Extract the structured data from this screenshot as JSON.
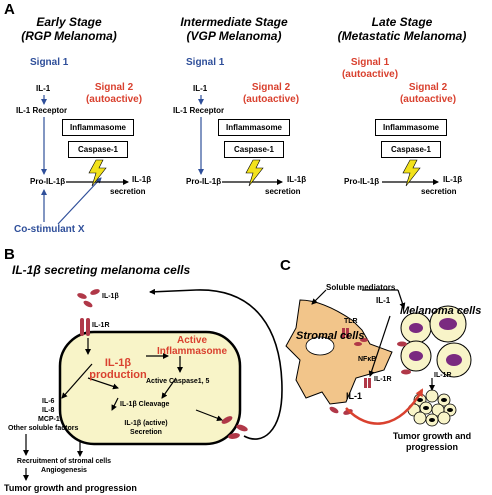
{
  "panelA": {
    "label": "A",
    "stages": [
      {
        "title1": "Early Stage",
        "title2": "(RGP Melanoma)",
        "signal1": "Signal 1",
        "il1": "IL-1",
        "il1_receptor": "IL-1 Receptor",
        "signal2": "Signal 2",
        "signal2_sub": "(autoactive)",
        "inflammasome": "Inflammasome",
        "caspase": "Caspase-1",
        "pro_il1b": "Pro-IL-1β",
        "il1b": "IL-1β",
        "secretion": "secretion",
        "costimulant": "Co-stimulant X"
      },
      {
        "title1": "Intermediate Stage",
        "title2": "(VGP Melanoma)",
        "signal1": "Signal 1",
        "il1": "IL-1",
        "il1_receptor": "IL-1 Receptor",
        "signal2": "Signal 2",
        "signal2_sub": "(autoactive)",
        "inflammasome": "Inflammasome",
        "caspase": "Caspase-1",
        "pro_il1b": "Pro-IL-1β",
        "il1b": "IL-1β",
        "secretion": "secretion"
      },
      {
        "title1": "Late Stage",
        "title2": "(Metastatic Melanoma)",
        "signal1": "Signal 1",
        "signal1_sub": "(autoactive)",
        "signal2": "Signal 2",
        "signal2_sub": "(autoactive)",
        "inflammasome": "Inflammasome",
        "caspase": "Caspase-1",
        "pro_il1b": "Pro-IL-1β",
        "il1b": "IL-1β",
        "secretion": "secretion"
      }
    ]
  },
  "panelB": {
    "label": "B",
    "title": "IL-1β secreting melanoma cells",
    "il1b_top": "IL-1β",
    "il1r": "IL-1R",
    "active": "Active",
    "inflammasome": "Inflammasome",
    "il1b_prod1": "IL-1β",
    "il1b_prod2": "production",
    "active_caspase": "Active Caspase1, 5",
    "il1b_cleavage": "IL-1β Cleavage",
    "active_secretion1": "IL-1β (active)",
    "active_secretion2": "Secretion",
    "factors": [
      "IL-6",
      "IL-8",
      "MCP-1",
      "Other soluble factors"
    ],
    "recruit1": "Recruitment of stromal cells",
    "recruit2": "Angiogenesis",
    "outcome": "Tumor growth and progression"
  },
  "panelC": {
    "label": "C",
    "soluble": "Soluble mediators",
    "il1_top": "IL-1",
    "melanoma": "Melanoma cells",
    "stromal": "Stromal cells",
    "tlr": "TLR",
    "nfkb": "NFκB",
    "il1r_left": "IL-1R",
    "il1r_right": "IL-1R",
    "il1_bottom": "IL-1",
    "outcome1": "Tumor growth and",
    "outcome2": "progression"
  },
  "colors": {
    "signal1_blue": "#2f4f9a",
    "signal2_red": "#d9412f",
    "lightning_yellow": "#f2e21b",
    "cell_fill": "#f8f4c8",
    "stromal_fill": "#f2c58a",
    "receptor_red": "#b03848",
    "nucleus_purple": "#7a2a80",
    "curved_arrow_red": "#d9412f"
  }
}
